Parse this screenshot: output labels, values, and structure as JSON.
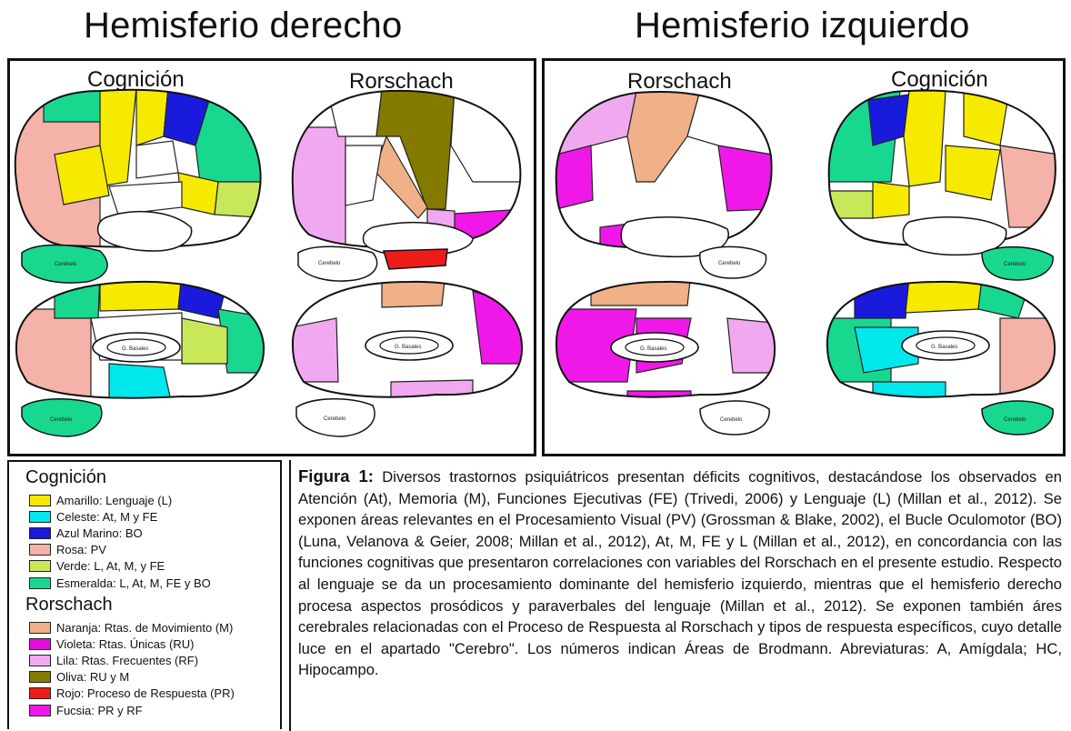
{
  "titles": {
    "right": "Hemisferio derecho",
    "left": "Hemisferio izquierdo"
  },
  "panels": {
    "right_cognition": "Cognición",
    "right_rorschach": "Rorschach",
    "left_rorschach": "Rorschach",
    "left_cognition": "Cognición"
  },
  "brain_labels": {
    "cerebelo": "Cerebelo",
    "g_basales": "G. Basales"
  },
  "colors": {
    "amarillo": "#f5ea00",
    "celeste": "#00e8ec",
    "azul_marino": "#1a1adc",
    "rosa": "#f4b2a8",
    "verde": "#c8e85a",
    "esmeralda": "#18d890",
    "naranja": "#f0b088",
    "violeta": "#e010d8",
    "lila": "#f0a8f0",
    "oliva": "#847a00",
    "rojo": "#ee1c18",
    "fucsia": "#f018e8"
  },
  "legend": {
    "cognition_title": "Cognición",
    "cognition_items": [
      {
        "label": "Amarillo: Lenguaje (L)",
        "color": "#f5ea00"
      },
      {
        "label": "Celeste: At, M y FE",
        "color": "#00e8ec"
      },
      {
        "label": "Azul Marino: BO",
        "color": "#1a1adc"
      },
      {
        "label": "Rosa: PV",
        "color": "#f4b2a8"
      },
      {
        "label": "Verde: L, At, M, y FE",
        "color": "#c8e85a"
      },
      {
        "label": "Esmeralda: L, At, M, FE y BO",
        "color": "#18d890"
      }
    ],
    "rorschach_title": "Rorschach",
    "rorschach_items": [
      {
        "label": "Naranja: Rtas. de Movimiento (M)",
        "color": "#f0b088"
      },
      {
        "label": "Violeta: Rtas. Únicas (RU)",
        "color": "#e010d8"
      },
      {
        "label": "Lila: Rtas. Frecuentes (RF)",
        "color": "#f0a8f0"
      },
      {
        "label": "Oliva: RU y M",
        "color": "#847a00"
      },
      {
        "label": "Rojo: Proceso de Respuesta (PR)",
        "color": "#ee1c18"
      },
      {
        "label": "Fucsia: PR y RF",
        "color": "#f018e8"
      }
    ]
  },
  "caption": {
    "lead": "Figura 1:",
    "text": " Diversos trastornos psiquiátricos presentan déficits cognitivos, destacándose los observados en Atención (At), Memoria (M), Funciones Ejecutivas (FE) (Trivedi, 2006) y Lenguaje (L) (Millan et al., 2012). Se exponen áreas relevantes en el Procesamiento Visual (PV) (Grossman & Blake, 2002), el Bucle Oculomotor (BO) (Luna, Velanova & Geier, 2008; Millan et al., 2012), At, M, FE y L (Millan et al., 2012), en concordancia con las funciones cognitivas que presentaron correlaciones con variables del Rorschach en el presente estudio. Respecto al lenguaje se da un procesamiento dominante del hemisferio izquierdo, mientras que el hemisferio derecho procesa aspectos prosódicos y paraverbales del lenguaje (Millan et al., 2012). Se exponen también áres cerebrales relacionadas con el Proceso de Respuesta al Rorschach y tipos de respuesta específicos, cuyo detalle luce en el apartado \"Cerebro\". Los números indican Áreas de Brodmann. Abreviaturas: A, Amígdala; HC, Hipocampo."
  }
}
